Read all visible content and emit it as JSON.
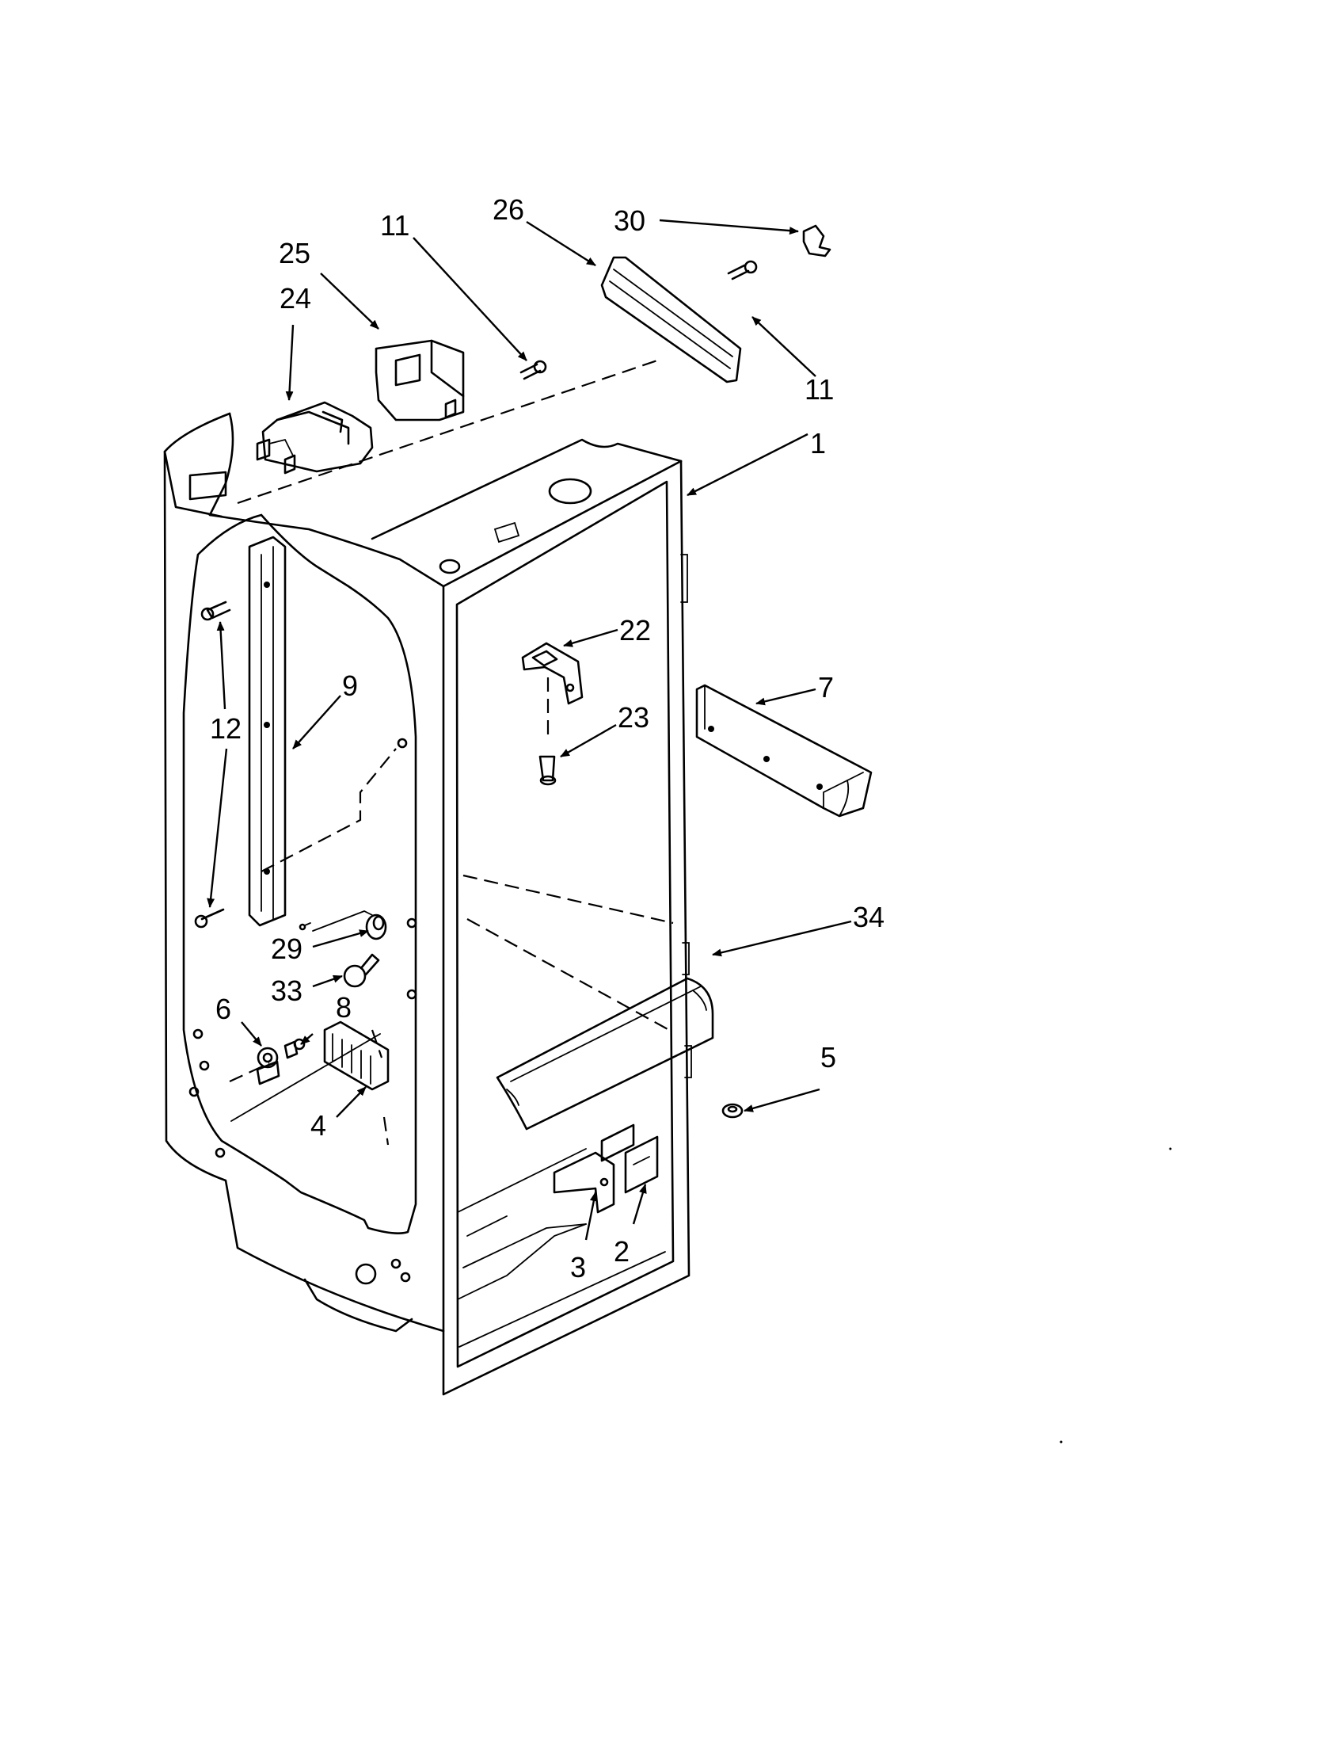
{
  "colors": {
    "line": "#000000",
    "background": "#ffffff",
    "shade": "#6b6b6b"
  },
  "callouts": {
    "c1": "1",
    "c2": "2",
    "c3": "3",
    "c4": "4",
    "c5": "5",
    "c6": "6",
    "c7": "7",
    "c8": "8",
    "c9": "9",
    "c11a": "11",
    "c11b": "11",
    "c12": "12",
    "c22": "22",
    "c23": "23",
    "c24": "24",
    "c25": "25",
    "c26": "26",
    "c29": "29",
    "c30": "30",
    "c33": "33",
    "c34": "34"
  }
}
